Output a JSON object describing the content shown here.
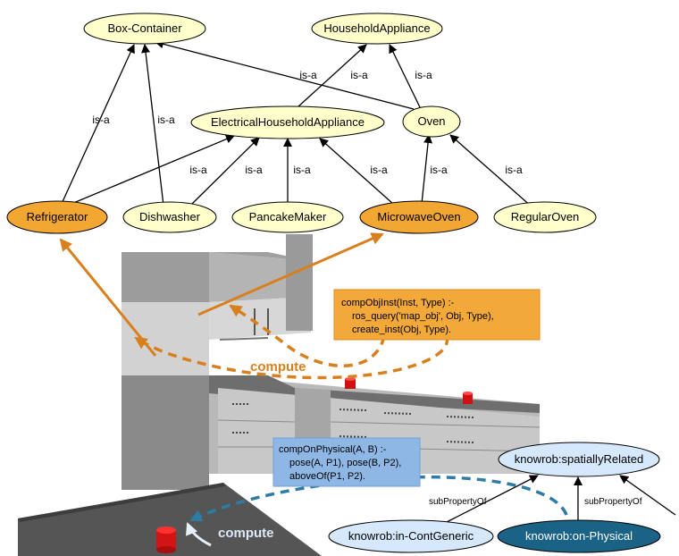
{
  "nodes": {
    "box_container": "Box-Container",
    "household_appliance": "HouseholdAppliance",
    "electrical_household_appliance": "ElectricalHouseholdAppliance",
    "oven": "Oven",
    "refrigerator": "Refrigerator",
    "dishwasher": "Dishwasher",
    "pancake_maker": "PancakeMaker",
    "microwave_oven": "MicrowaveOven",
    "regular_oven": "RegularOven",
    "spatially_related": "knowrob:spatiallyRelated",
    "in_cont_generic": "knowrob:in-ContGeneric",
    "on_physical": "knowrob:on-Physical"
  },
  "edge_labels": {
    "is_a": "is-a",
    "sub_property_of": "subPropertyOf"
  },
  "code_boxes": {
    "comp_obj_inst": [
      "compObjInst(Inst, Type) :-",
      "ros_query('map_obj', Obj, Type),",
      "create_inst(Obj, Type)."
    ],
    "comp_on_physical": [
      "compOnPhysical(A, B) :-",
      "pose(A, P1), pose(B, P2),",
      "aboveOf(P1, P2)."
    ]
  },
  "compute_labels": {
    "orange": "compute",
    "blue": "compute"
  },
  "colors": {
    "class_fill": "#ffffcc",
    "highlight_fill": "#f3a733",
    "property_fill": "#d6e8fb",
    "property_highlight": "#1a6387",
    "orange_box": "#f2a93a",
    "blue_box": "#8fb7e6",
    "orange_arrow": "#d9801e",
    "blue_arrow": "#2e7ca3"
  }
}
